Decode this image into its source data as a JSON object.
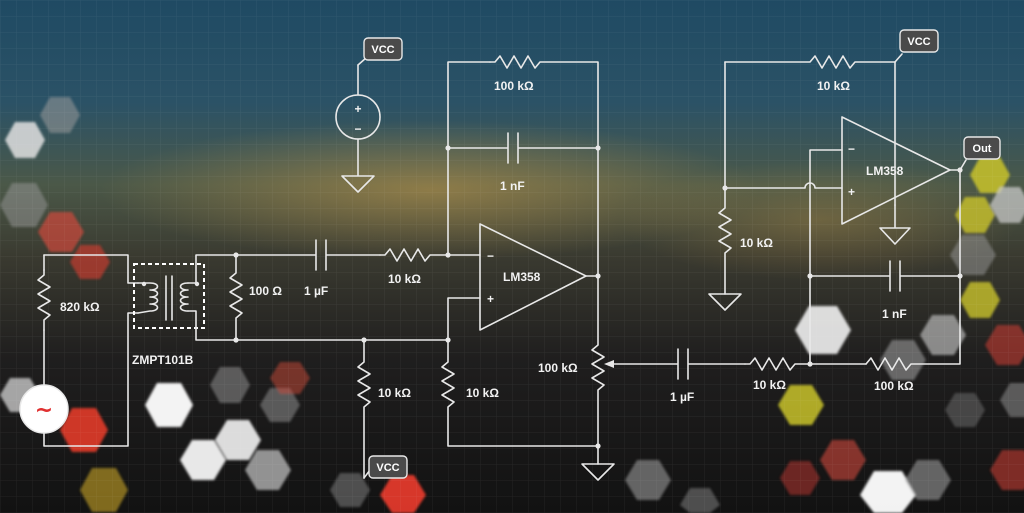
{
  "title": "",
  "tags": {
    "vcc_top": "VCC",
    "vcc_right": "VCC",
    "vcc_bottom": "VCC",
    "out": "Out"
  },
  "components": {
    "r_820k": "820 kΩ",
    "transformer": "ZMPT101B",
    "r_100": "100 Ω",
    "c_in": "1 µF",
    "r_in": "10 kΩ",
    "r_fb1": "100 kΩ",
    "c_fb1": "1 nF",
    "op1": "LM358",
    "r_bias1": "10 kΩ",
    "r_bias2": "10 kΩ",
    "pot": "100 kΩ",
    "c_mid": "1 µF",
    "r_mid": "10 kΩ",
    "r_mid2": "100 kΩ",
    "op2": "LM358",
    "r_fb2": "10 kΩ",
    "r_gnd2": "10 kΩ",
    "c_fb2": "1 nF"
  },
  "symbols": {
    "ac_source": "~",
    "dc_source_plus": "+",
    "dc_source_minus": "−",
    "op_minus": "−",
    "op_plus": "+"
  },
  "colors": {
    "wire": "#e8e8e8",
    "ac_symbol": "#e03030",
    "tag_fill": "#4a4a4a"
  }
}
